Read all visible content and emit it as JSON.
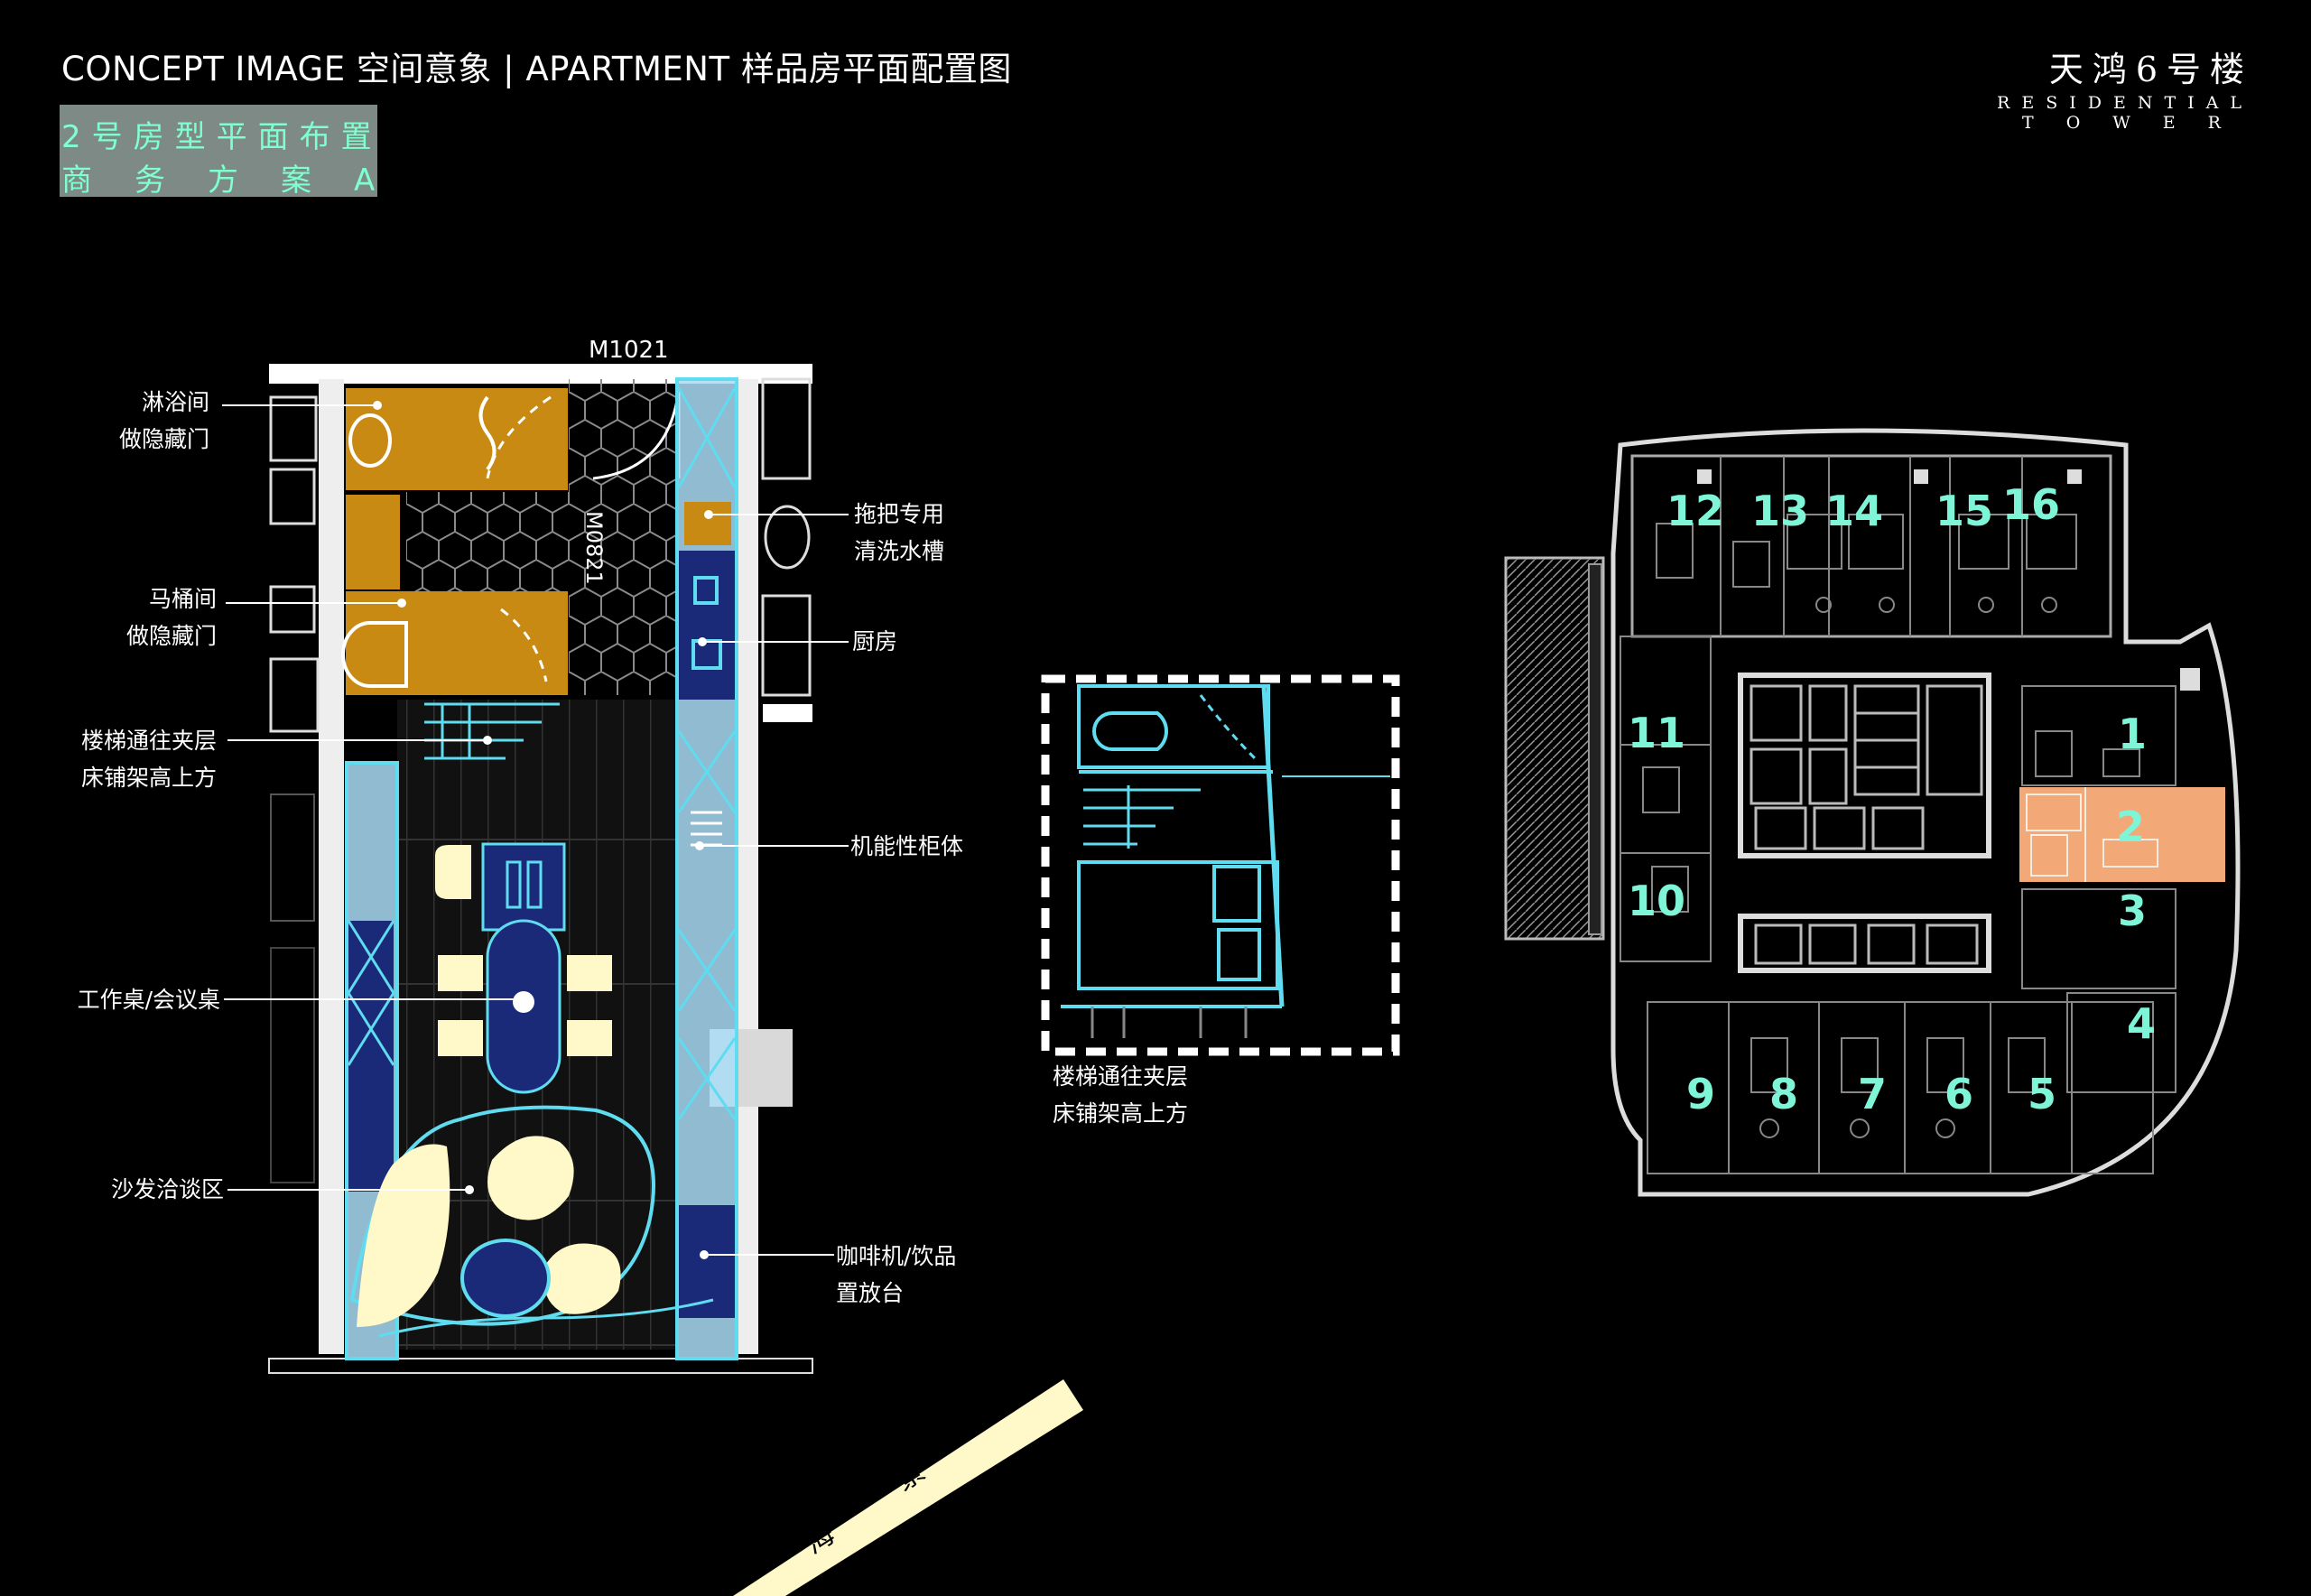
{
  "header": {
    "title": "CONCEPT IMAGE 空间意象  |  APARTMENT 样品房平面配置图"
  },
  "brand": {
    "cn": "天鸿6号楼",
    "en_line1": "RESIDENTIAL",
    "en_line2": "TOWER"
  },
  "badge": {
    "line1": "2号房型平面布置",
    "line2": "商务方案A"
  },
  "plan_tags": {
    "door_top": "M1021",
    "door_mid": "M0821"
  },
  "callouts_left": [
    {
      "id": "shower",
      "line1": "淋浴间",
      "line2": "做隐藏门"
    },
    {
      "id": "toilet",
      "line1": "马桶间",
      "line2": "做隐藏门"
    },
    {
      "id": "stair",
      "line1": "楼梯通往夹层",
      "line2": "床铺架高上方"
    },
    {
      "id": "desk",
      "line1": "工作桌/会议桌",
      "line2": ""
    },
    {
      "id": "sofa",
      "line1": "沙发洽谈区",
      "line2": ""
    }
  ],
  "callouts_right": [
    {
      "id": "mop",
      "line1": "拖把专用",
      "line2": "清洗水槽"
    },
    {
      "id": "kitchen",
      "line1": "厨房",
      "line2": ""
    },
    {
      "id": "cabinet",
      "line1": "机能性柜体",
      "line2": ""
    },
    {
      "id": "coffee",
      "line1": "咖啡机/饮品",
      "line2": "置放台"
    }
  ],
  "detail_caption": {
    "line1": "楼梯通往夹层",
    "line2": "床铺架高上方"
  },
  "sea_view": {
    "char1": "海",
    "char2": "景"
  },
  "units": [
    "1",
    "2",
    "3",
    "4",
    "5",
    "6",
    "7",
    "8",
    "9",
    "10",
    "11",
    "12",
    "13",
    "14",
    "15",
    "16"
  ],
  "colors": {
    "highlight_unit": "#f2a877",
    "accent_cyan": "#7ff5d8",
    "wet_room": "#c88a12",
    "furniture": "#fff8c8",
    "navy": "#1b2a78",
    "cyan_line": "#5fdcf0"
  }
}
